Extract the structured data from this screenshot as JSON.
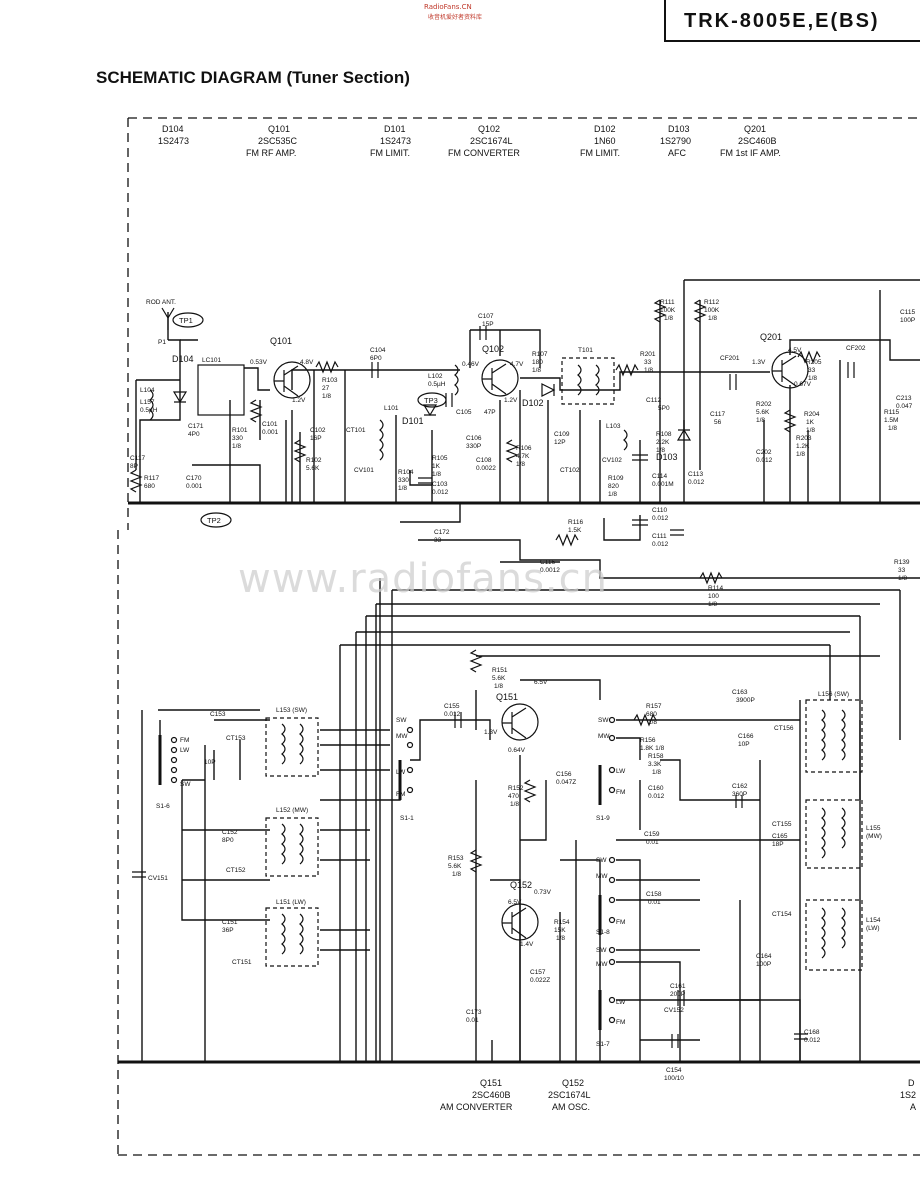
{
  "header": {
    "site": "RadioFans.CN",
    "site_sub": "收音机爱好者资料库",
    "model": "TRK-8005E,E(BS)",
    "title": "SCHEMATIC DIAGRAM (Tuner Section)",
    "watermark": "www.radiofans.cn"
  },
  "top_labels": [
    {
      "ref": "D104",
      "part": "1S2473",
      "func": ""
    },
    {
      "ref": "Q101",
      "part": "2SC535C",
      "func": "FM RF AMP."
    },
    {
      "ref": "D101",
      "part": "1S2473",
      "func": "FM LIMIT."
    },
    {
      "ref": "Q102",
      "part": "2SC1674L",
      "func": "FM CONVERTER"
    },
    {
      "ref": "D102",
      "part": "1N60",
      "func": "FM LIMIT."
    },
    {
      "ref": "D103",
      "part": "1S2790",
      "func": "AFC"
    },
    {
      "ref": "Q201",
      "part": "2SC460B",
      "func": "FM 1st IF AMP."
    }
  ],
  "bottom_labels": [
    {
      "ref": "Q151",
      "part": "2SC460B",
      "func": "AM CONVERTER"
    },
    {
      "ref": "Q152",
      "part": "2SC1674L",
      "func": "AM OSC."
    },
    {
      "ref": "D",
      "part": "1S2",
      "func": "A"
    }
  ],
  "test_points": [
    "TP1",
    "TP2",
    "TP3"
  ],
  "components": {
    "rod_ant": "ROD ANT.",
    "p1": "P1",
    "d104": "D104",
    "lc101": "LC101",
    "l104": "L104",
    "l157": "L157",
    "l157_v": "0.5µH",
    "c117": "C117",
    "c117_v": "8P",
    "r117": "R117",
    "r117_v": "680",
    "c171": "C171",
    "c171_v": "4P0",
    "c170": "C170",
    "c170_v": "0.001",
    "q101": "Q101",
    "q101_e": "0.53V",
    "q101_c": "4.8V",
    "q101_b": "1.2V",
    "r101": "R101",
    "r101_v": "330",
    "r101_w": "1/8",
    "c101": "C101",
    "c101_v": "0.001",
    "r102": "R102",
    "r102_v": "5.6K",
    "c102": "C102",
    "c102_v": "16P",
    "r103": "R103",
    "r103_v": "27",
    "r103_w": "1/8",
    "c104": "C104",
    "c104_v": "6P0",
    "ct101": "CT101",
    "cv101": "CV101",
    "l101": "L101",
    "d101": "D101",
    "r104": "R104",
    "r104_v": "330",
    "r104_w": "1/8",
    "r105": "R105",
    "r105_v": "1K",
    "r105_w": "1/8",
    "c103": "C103",
    "c103_v": "0.012",
    "c172": "C172",
    "c172_v": "33",
    "l102": "L102",
    "l102_v": "0.5µH",
    "q102": "Q102",
    "q102_b": "0.46V",
    "q102_c": "4.7V",
    "q102_e": "1.2V",
    "c107": "C107",
    "c107_v": "15P",
    "c105": "C105",
    "c105_v": "47P",
    "c106": "C106",
    "c106_v": "330P",
    "c108": "C108",
    "c108_v": "0.0022",
    "r106": "R106",
    "r106_v": "4.7K",
    "r106_w": "1/8",
    "r107": "R107",
    "r107_v": "180",
    "r107_w": "1/8",
    "d102": "D102",
    "t101": "T101",
    "c109": "C109",
    "c109_v": "12P",
    "ct102": "CT102",
    "cv102": "CV102",
    "l103": "L103",
    "c112": "C112",
    "c112_v": "5P0",
    "r108": "R108",
    "r108_v": "2.2K",
    "r108_w": "1/8",
    "d103": "D103",
    "c114": "C114",
    "c114_v": "0.001M",
    "c113": "C113",
    "c113_v": "0.012",
    "r109": "R109",
    "r109_v": "820",
    "r109_w": "1/8",
    "c110": "C110",
    "c110_v": "0.012",
    "c111": "C111",
    "c111_v": "0.012",
    "r116": "R116",
    "r116_v": "1.5K",
    "c116": "C116",
    "c116_v": "0.0012",
    "r114": "R114",
    "r114_v": "100",
    "r114_w": "1/8",
    "r201": "R201",
    "r201_v": "33",
    "r201_w": "1/8",
    "r111": "R111",
    "r111_v": "100K",
    "r111_w": "1/8",
    "r112": "R112",
    "r112_v": "100K",
    "r112_w": "1/8",
    "c117b": "C117",
    "c117b_v": "56",
    "cf201": "CF201",
    "q201": "Q201",
    "q201_b": "1.3V",
    "q201_c": "4.5V",
    "q201_e": "0.67V",
    "r202": "R202",
    "r202_v": "5.6K",
    "r202_w": "1/8",
    "c202": "C202",
    "c202_v": "0.012",
    "r203": "R203",
    "r203_v": "1.2K",
    "r203_w": "1/8",
    "r204": "R204",
    "r204_v": "1K",
    "r204_w": "1/8",
    "r205": "R205",
    "r205_v": "33",
    "r205_w": "1/8",
    "cf202": "CF202",
    "c115": "C115",
    "c115_v": "100P",
    "r115": "R115",
    "r115_v": "1.5M",
    "r115_w": "1/8",
    "c213": "C213",
    "c213_v": "0.047",
    "r139": "R139",
    "r139_v": "33",
    "r139_w": "1/8",
    "c153": "C153",
    "ct153": "CT153",
    "c10p": "10P",
    "l153": "L153 (SW)",
    "l152": "L152 (MW)",
    "l151": "L151 (LW)",
    "c152": "C152",
    "c152_v": "8P0",
    "ct152": "CT152",
    "c151": "C151",
    "c151_v": "36P",
    "ct151": "CT151",
    "cv151": "CV151",
    "s16": "S1-6",
    "s11": "S1-1",
    "s19": "S1-9",
    "s18": "S1-8",
    "s17": "S1-7",
    "sw": "SW",
    "mw": "MW",
    "lw": "LW",
    "fm": "FM",
    "r151": "R151",
    "r151_v": "5.6K",
    "r151_w": "1/8",
    "q151": "Q151",
    "q151_c": "6.5V",
    "q151_b": "1.3V",
    "q151_e": "0.64V",
    "c155": "C155",
    "c155_v": "0.012",
    "c156": "C156",
    "c156_v": "0.047Z",
    "r152": "R152",
    "r152_v": "470",
    "r152_w": "1/8",
    "r153": "R153",
    "r153_v": "5.6K",
    "r153_w": "1/8",
    "q152": "Q152",
    "q152_c": "6.5V",
    "q152_b": "0.73V",
    "q152_e": "1.4V",
    "r154": "R154",
    "r154_v": "15K",
    "r154_w": "1/8",
    "c157": "C157",
    "c157_v": "0.022Z",
    "c173": "C173",
    "c173_v": "0.01",
    "c163": "C163",
    "c163_v": "3900P",
    "r157": "R157",
    "r157_v": "680",
    "r157_w": "1/8",
    "c166": "C166",
    "c166_v": "10P",
    "r156": "R156",
    "r156_v": "1.8K 1/8",
    "r158": "R158",
    "r158_v": "3.3K",
    "r158_w": "1/8",
    "c160": "C160",
    "c160_v": "0.012",
    "c162": "C162",
    "c162_v": "360P",
    "c159": "C159",
    "c159_v": "0.01",
    "c158": "C158",
    "c158_v": "0.01",
    "c161": "C161",
    "c161_v": "200P",
    "cv152": "CV152",
    "c154": "C154",
    "c154_v": "100/10",
    "c168": "C168",
    "c168_v": "0.012",
    "l156": "L156 (SW)",
    "ct156": "CT156",
    "l155": "L155",
    "l155_b": "(MW)",
    "ct155": "CT155",
    "c165": "C165",
    "c165_v": "18P",
    "l154": "L154",
    "l154_b": "(LW)",
    "ct154": "CT154",
    "c164": "C164",
    "c164_v": "100P"
  }
}
